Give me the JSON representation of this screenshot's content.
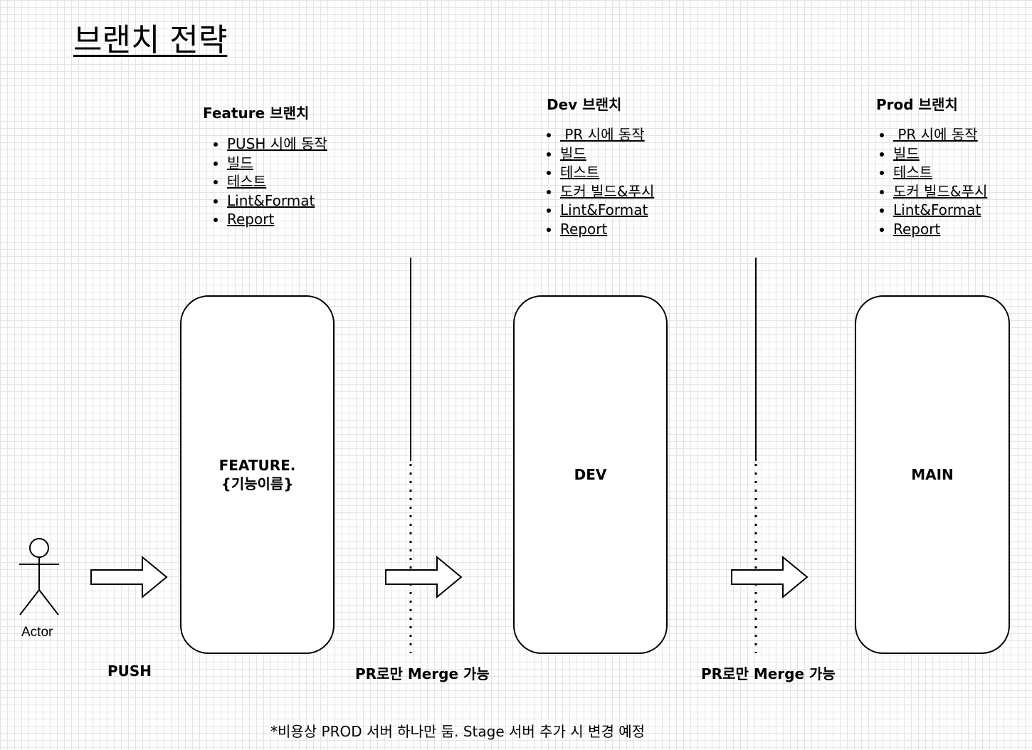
{
  "title": "브랜치 전략",
  "sections": {
    "feature": {
      "heading": "Feature 브랜치",
      "items": [
        "PUSH 시에 동작",
        "빌드",
        "테스트",
        "Lint&Format",
        "Report"
      ]
    },
    "dev": {
      "heading": "Dev 브랜치",
      "items": [
        " PR 시에 동작",
        "빌드",
        "테스트",
        "도커 빌드&푸시",
        "Lint&Format",
        "Report"
      ]
    },
    "prod": {
      "heading": "Prod 브랜치",
      "items": [
        " PR 시에 동작",
        "빌드",
        "테스트",
        "도커 빌드&푸시",
        "Lint&Format",
        "Report"
      ]
    }
  },
  "boxes": {
    "feature_line1": "FEATURE.",
    "feature_line2": "{기능이름}",
    "dev": "DEV",
    "main": "MAIN"
  },
  "actor": {
    "label": "Actor"
  },
  "edges": {
    "push": "PUSH",
    "pr_merge_1": "PR로만 Merge 가능",
    "pr_merge_2": "PR로만 Merge 가능"
  },
  "footnote": "*비용상 PROD 서버 하나만 둠. Stage 서버 추가 시 변경 예정"
}
